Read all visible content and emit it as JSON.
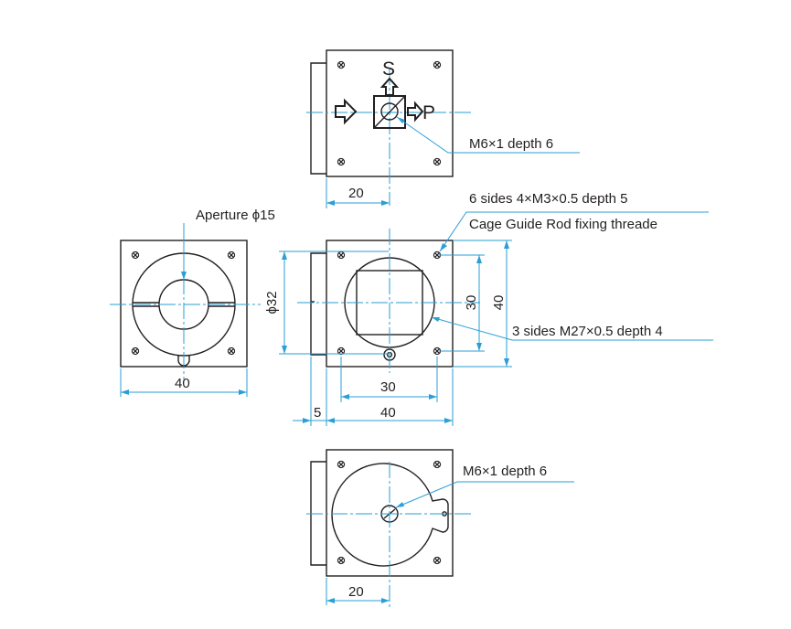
{
  "labels": {
    "top_note": "M6×1 depth 6",
    "s_label": "S",
    "p_label": "P",
    "mount_note_line1": "6 sides 4×M3×0.5 depth 5",
    "mount_note_line2": "Cage Guide Rod fixing threade",
    "aperture_note": "Aperture ϕ15",
    "side_thread_note": "3 sides M27×0.5 depth 4",
    "bottom_note": "M6×1 depth 6"
  },
  "dimensions": {
    "top_width": "20",
    "left_width": "40",
    "phi32": "ϕ32",
    "inner_30_vertical": "30",
    "outer_40_vertical": "40",
    "inner_30_horizontal": "30",
    "flange_5": "5",
    "outer_40_horizontal": "40",
    "bottom_width": "20"
  },
  "colors": {
    "line": "#231f20",
    "dimension": "#2a9fd6",
    "background": "#ffffff"
  }
}
